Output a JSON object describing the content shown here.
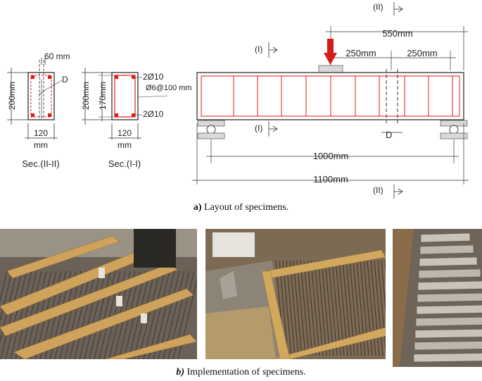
{
  "drawing": {
    "sec2": {
      "dim_top": "60 mm",
      "dim_height": "200mm",
      "label_d": "D",
      "dim_width_value": "120",
      "dim_width_unit": "mm",
      "title": "Sec.(II-II)"
    },
    "sec1": {
      "dim_height_outer": "200mm",
      "dim_height_inner": "170mm",
      "top_bars": "2Ø10",
      "stirrups": "Ø6@100 mm",
      "bottom_bars": "2Ø10",
      "dim_width_value": "120",
      "dim_width_unit": "mm",
      "title": "Sec.(I-I)"
    },
    "beam": {
      "cut_2": "(II)",
      "cut_1": "(I)",
      "dim_half": "550mm",
      "dim_load_left": "250mm",
      "dim_load_right": "250mm",
      "label_d": "D",
      "dim_span": "1000mm",
      "dim_total": "1100mm"
    },
    "colors": {
      "rebar": "#e01b1b",
      "load_arrow": "#d61a1a",
      "lines": "#333333"
    }
  },
  "caption_a": {
    "label": "a)",
    "text": "Layout of specimens."
  },
  "photos": [
    {
      "name": "rebar-cages-in-formwork"
    },
    {
      "name": "concrete-casting"
    },
    {
      "name": "cast-specimens"
    }
  ],
  "caption_b": {
    "label": "b)",
    "text": "Implementation of specimens."
  }
}
